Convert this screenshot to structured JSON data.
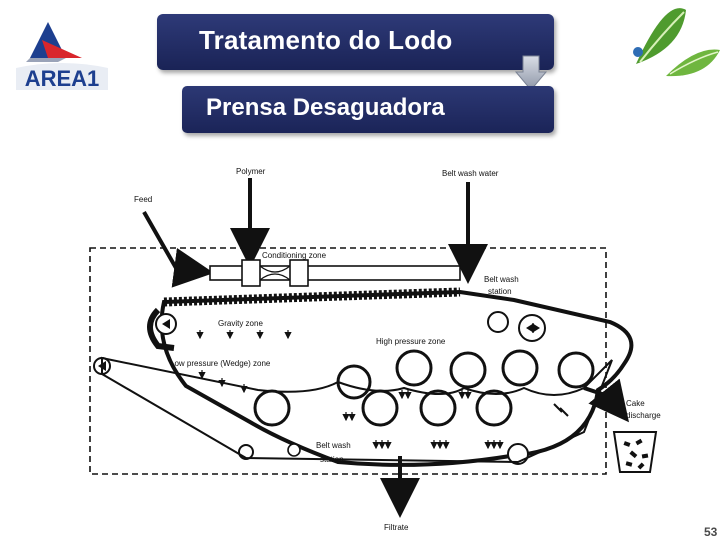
{
  "header": {
    "title": "Tratamento do Lodo",
    "subtitle": "Prensa Desaguadora",
    "logo_text": "AREA1"
  },
  "diagram": {
    "labels": {
      "polymer": "Polymer",
      "belt_wash_water": "Belt wash water",
      "feed": "Feed",
      "conditioning_zone": "Conditioning zone",
      "belt_wash_station_top_1": "Belt wash",
      "belt_wash_station_top_2": "station",
      "gravity_zone": "Gravity zone",
      "high_pressure_zone": "High pressure zone",
      "low_pressure_zone": "Low pressure (Wedge)  zone",
      "cake_discharge_1": "Cake",
      "cake_discharge_2": "discharge",
      "belt_wash_station_bottom_1": "Belt wash",
      "belt_wash_station_bottom_2": "station",
      "filtrate": "Filtrate"
    }
  },
  "footer": {
    "page_number": "53"
  },
  "colors": {
    "title_bg": "#1f2960",
    "logo_blue": "#1d3f8f",
    "logo_red": "#d9262c",
    "leaf_green": "#4f9b2e"
  }
}
